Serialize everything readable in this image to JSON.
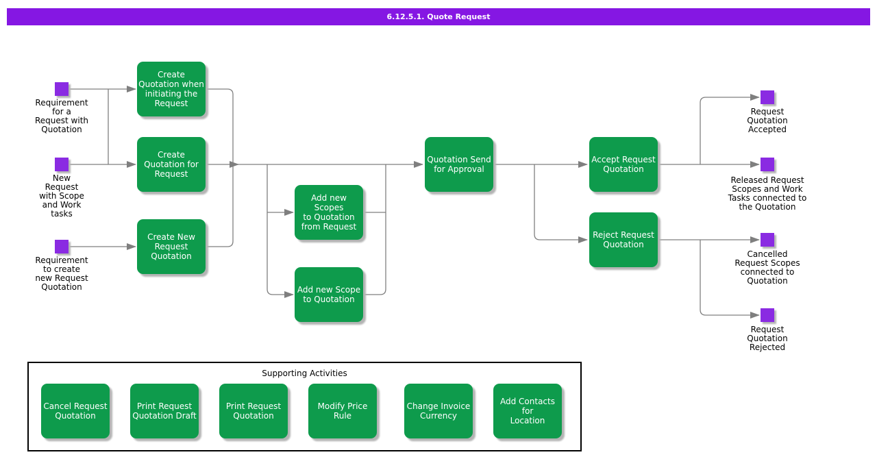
{
  "title_bar": {
    "label": "6.12.5.1. Quote Request"
  },
  "colors": {
    "title_bar_purple": "#8517e3",
    "event_purple": "#8a2be2",
    "process_green": "#0e9b4c",
    "connector_gray": "#7f7f7f",
    "process_text": "#ffffff",
    "label_text": "#000000"
  },
  "events_left": [
    {
      "label": "Requirement\nfor a\nRequest with\nQuotation"
    },
    {
      "label": "New\nRequest\nwith Scope\nand Work\ntasks"
    },
    {
      "label": "Requirement\nto create\nnew Request\nQuotation"
    }
  ],
  "processes": [
    {
      "label": "Create\nQuotation when\ninitiating the\nRequest"
    },
    {
      "label": "Create\nQuotation for\nRequest"
    },
    {
      "label": "Create New\nRequest\nQuotation"
    },
    {
      "label": "Add new Scopes\nto Quotation\nfrom Request"
    },
    {
      "label": "Add new Scope\nto Quotation"
    },
    {
      "label": "Quotation Send\nfor Approval"
    },
    {
      "label": "Accept Request\nQuotation"
    },
    {
      "label": "Reject Request\nQuotation"
    }
  ],
  "events_right": [
    {
      "label": "Request\nQuotation\nAccepted"
    },
    {
      "label": "Released Request\nScopes and Work\nTasks connected to\nthe Quotation"
    },
    {
      "label": "Cancelled\nRequest Scopes\nconnected to\nQuotation"
    },
    {
      "label": "Request\nQuotation\nRejected"
    }
  ],
  "supporting": {
    "title": "Supporting Activities",
    "activities": [
      {
        "label": "Cancel Request\nQuotation"
      },
      {
        "label": "Print Request\nQuotation Draft"
      },
      {
        "label": "Print Request\nQuotation"
      },
      {
        "label": "Modify Price\nRule"
      },
      {
        "label": "Change Invoice\nCurrency"
      },
      {
        "label": "Add Contacts for\nLocation"
      }
    ]
  }
}
